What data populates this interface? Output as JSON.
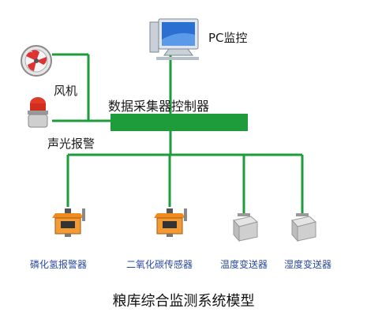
{
  "labels": {
    "pc": "PC监控",
    "fan": "风机",
    "alarm": "声光报警",
    "controller": "数据采集器控制器",
    "caption": "粮库综合监测系统模型"
  },
  "devices": [
    {
      "label": "磷化氢报警器",
      "icon": "gas-detector-icon"
    },
    {
      "label": "二氧化碳传感器",
      "icon": "gas-detector-icon"
    },
    {
      "label": "温度变送器",
      "icon": "transmitter-box-icon"
    },
    {
      "label": "湿度变送器",
      "icon": "transmitter-box-icon"
    }
  ],
  "colors": {
    "connector": "#1e9c3c",
    "controller_bar": "#1e9c3c",
    "device_label": "#2b4aa0"
  },
  "icons": {
    "pc": "desktop-computer-icon",
    "fan": "axial-fan-icon",
    "alarm": "strobe-alarm-icon"
  }
}
